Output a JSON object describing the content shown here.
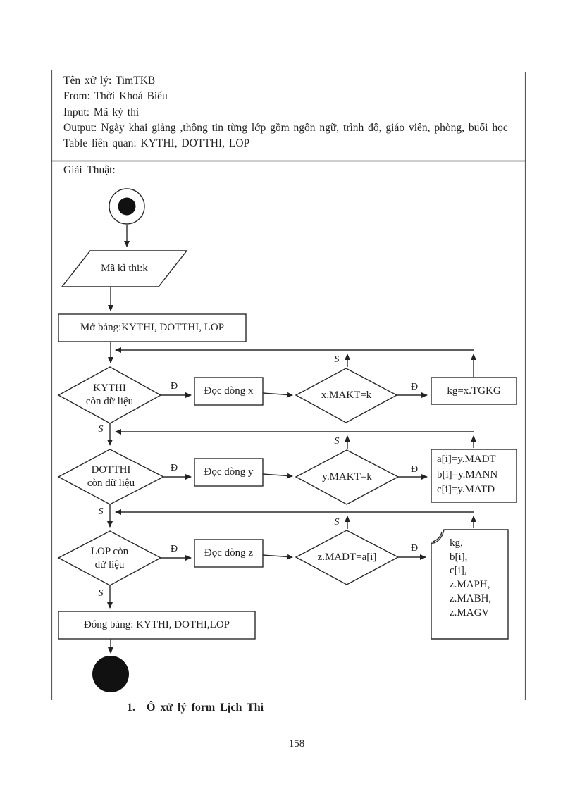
{
  "document": {
    "header": {
      "lines": [
        "Tên xử lý:  TimTKB",
        "From:  Thời  Khoá  Biểu",
        "Input:  Mã kỳ thi",
        "Output:  Ngày khai giảng ,thông tin từng lớp gồm ngôn ngữ, trình độ, giáo viên, phòng, buổi học",
        "Table liên quan:  KYTHI,  DOTTHI,  LOP"
      ]
    },
    "section_label": "Giải Thuật:",
    "caption": {
      "number": "1.",
      "text": "Ô xử lý form Lịch Thi"
    },
    "page_number": "158"
  },
  "flowchart": {
    "branch_labels": {
      "yes": "Đ",
      "no": "S"
    },
    "nodes": {
      "input_exam_code": "Mã kì thi:k",
      "open_tables": "Mở bảng:KYTHI,  DOTTHI,  LOP",
      "kythi_check": {
        "line1": "KYTHI",
        "line2": "còn dữ liệu"
      },
      "read_row_x": "Đọc dòng x",
      "x_match_check": "x.MAKT=k",
      "assign_kg": "kg=x.TGKG",
      "dotthi_check": {
        "line1": "DOTTHI",
        "line2": "còn dữ liệu"
      },
      "read_row_y": "Đọc dòng y",
      "y_match_check": "y.MAKT=k",
      "assign_abc": {
        "line1": "a[i]=y.MADT",
        "line2": "b[i]=y.MANN",
        "line3": "c[i]=y.MATD"
      },
      "lop_check": {
        "line1": "LOP còn",
        "line2": "dữ liệu"
      },
      "read_row_z": "Đọc dòng z",
      "z_match_check": "z.MADT=a[i]",
      "output_document": {
        "lines": [
          "kg,",
          "b[i],",
          "c[i],",
          "z.MAPH,",
          "z.MABH,",
          "z.MAGV"
        ]
      },
      "close_tables": "Đóng bảng:  KYTHI, DOTHI,LOP"
    }
  }
}
